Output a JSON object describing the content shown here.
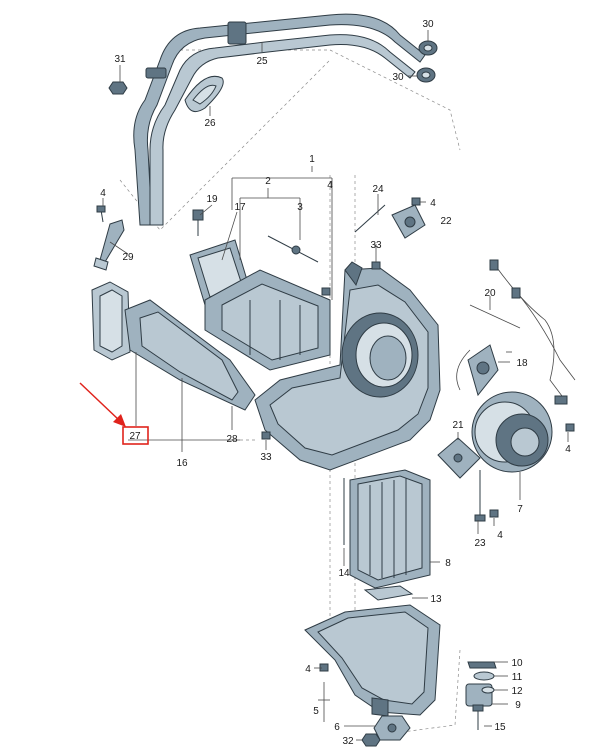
{
  "labels": {
    "p1": "1",
    "p2": "2",
    "p3": "3",
    "p4a": "4",
    "p4b": "4",
    "p4c": "4",
    "p4d": "4",
    "p4e": "4",
    "p4f": "4",
    "p5": "5",
    "p6": "6",
    "p7": "7",
    "p8": "8",
    "p9": "9",
    "p10": "10",
    "p11": "11",
    "p12": "12",
    "p13": "13",
    "p14": "14",
    "p15": "15",
    "p16": "16",
    "p17": "17",
    "p18": "18",
    "p19": "19",
    "p20": "20",
    "p21": "21",
    "p22": "22",
    "p23": "23",
    "p24": "24",
    "p25": "25",
    "p26": "26",
    "p27": "27",
    "p28": "28",
    "p29": "29",
    "p30a": "30",
    "p30b": "30",
    "p31": "31",
    "p32": "32",
    "p33a": "33",
    "p33b": "33"
  },
  "colors": {
    "highlight": "#e0231c",
    "part_fill": "#9fb2bf",
    "part_stroke": "#2f3c45"
  }
}
